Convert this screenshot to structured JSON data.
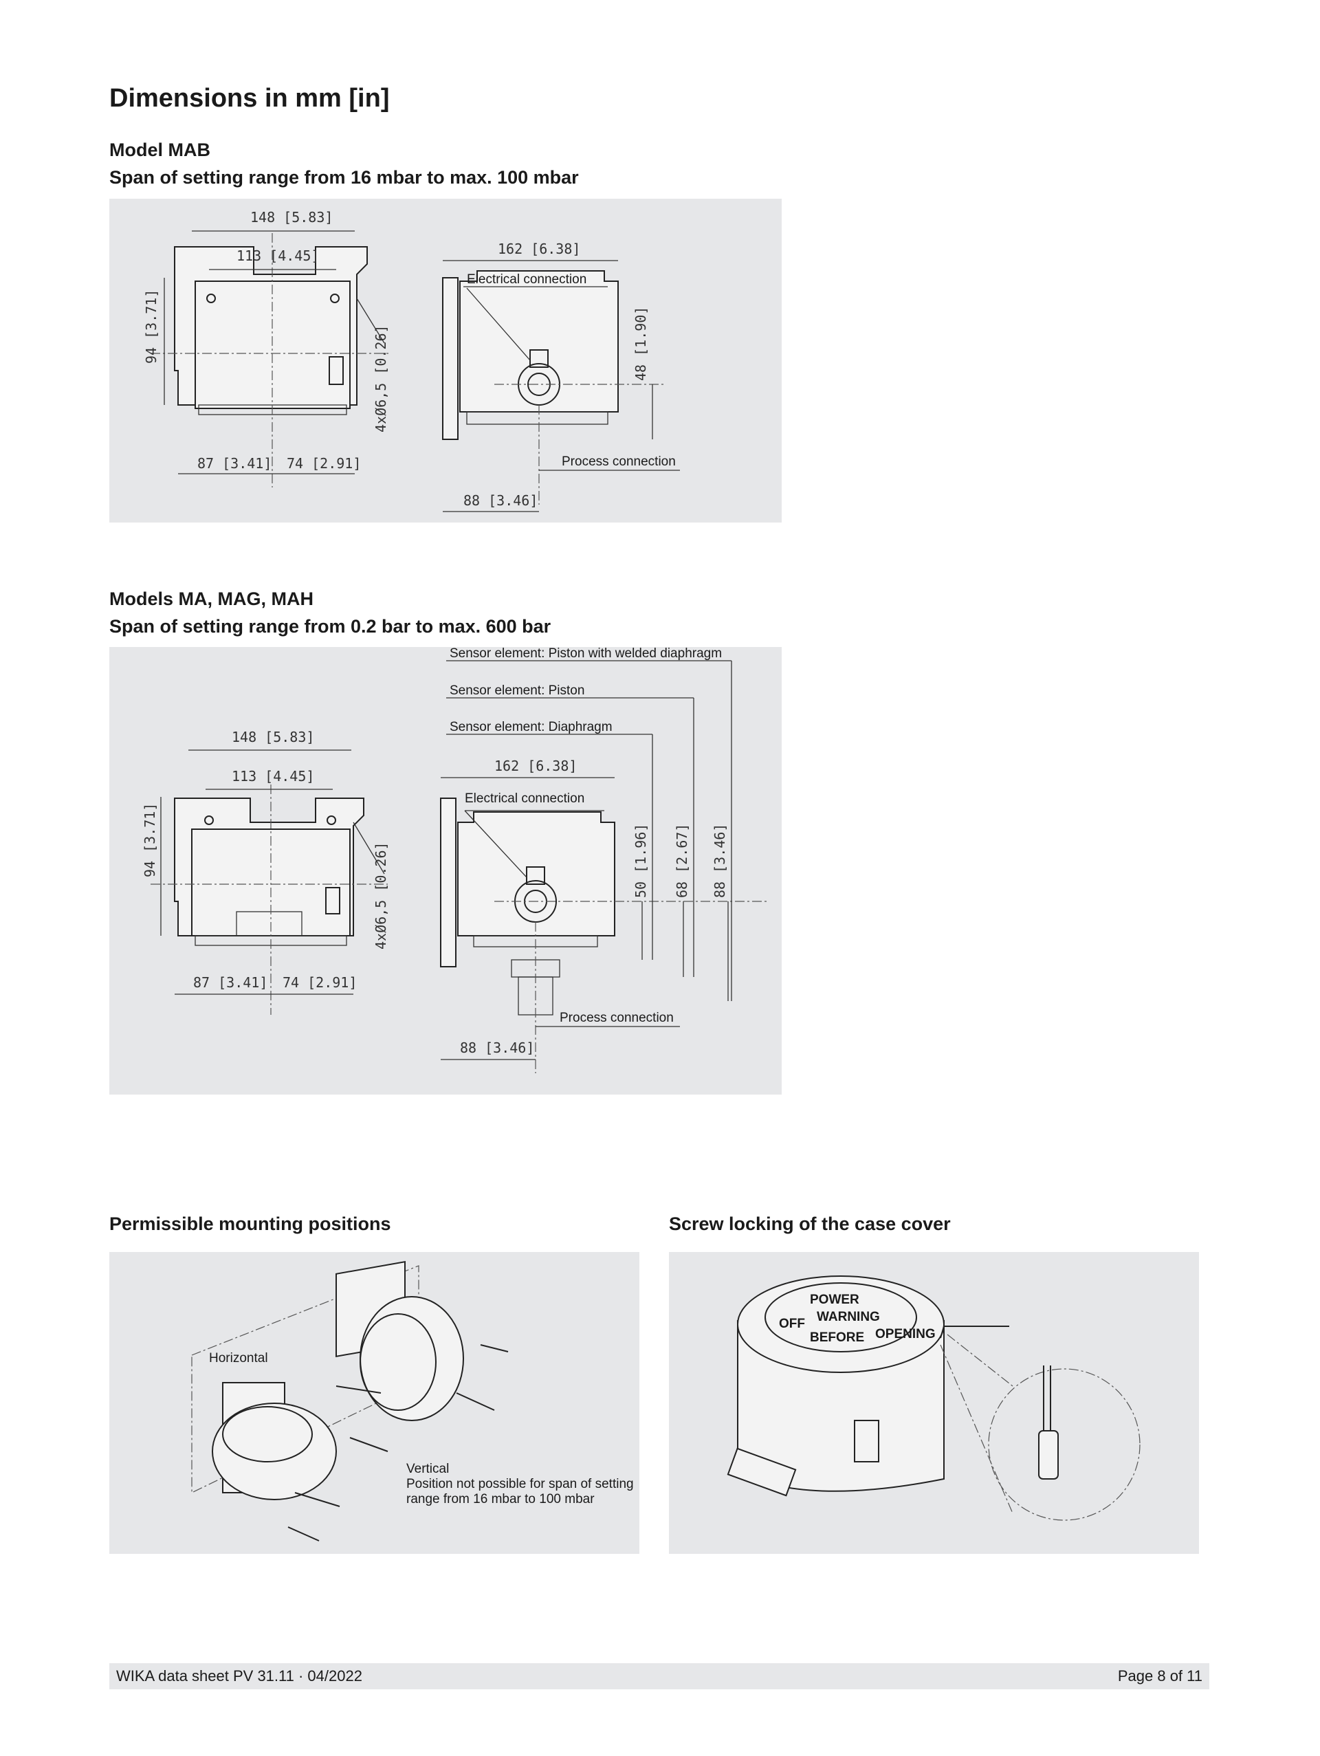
{
  "page_title": "Dimensions in mm [in]",
  "section_mab": {
    "model": "Model MAB",
    "span": "Span of setting range from 16 mbar to max. 100 mbar",
    "dims": {
      "square_outer": "148 [5.83]",
      "square_inner": "113 [4.45]",
      "height_left": "94 [3.71]",
      "holes": "4xØ6,5 [0.26]",
      "left_87": "87 [3.41]",
      "left_74": "74 [2.91]",
      "depth_162": "162 [6.38]",
      "height_48": "48 [1.90]",
      "depth_88": "88 [3.46]"
    },
    "labels": {
      "electrical": "Electrical connection",
      "process": "Process connection"
    }
  },
  "section_ma": {
    "model": "Models MA, MAG, MAH",
    "span": "Span of setting range from 0.2 bar to max. 600 bar",
    "dims": {
      "square_outer": "148 [5.83]",
      "square_inner": "113 [4.45]",
      "height_left": "94 [3.71]",
      "holes": "4xØ6,5 [0.26]",
      "left_87": "87 [3.41]",
      "left_74": "74 [2.91]",
      "depth_162": "162 [6.38]",
      "h50": "50 [1.96]",
      "h68": "68 [2.67]",
      "h88": "88 [3.46]",
      "depth_88": "88 [3.46]"
    },
    "labels": {
      "sensor_piston_welded": "Sensor element: Piston with welded diaphragm",
      "sensor_piston": "Sensor element: Piston",
      "sensor_diaphragm": "Sensor element: Diaphragm",
      "electrical": "Electrical connection",
      "process": "Process connection"
    }
  },
  "mounting": {
    "title": "Permissible mounting positions",
    "horizontal": "Horizontal",
    "vertical": "Vertical",
    "note_line1": "Position not possible for span of setting",
    "note_line2": "range from 16 mbar to 100 mbar"
  },
  "screw_lock": {
    "title": "Screw locking of the case cover",
    "cover_text": [
      "POWER",
      "WARNING",
      "OFF",
      "BEFORE",
      "OPENING"
    ]
  },
  "footer": {
    "left": "WIKA data sheet PV 31.11 · 04/2022",
    "right": "Page 8 of 11"
  }
}
